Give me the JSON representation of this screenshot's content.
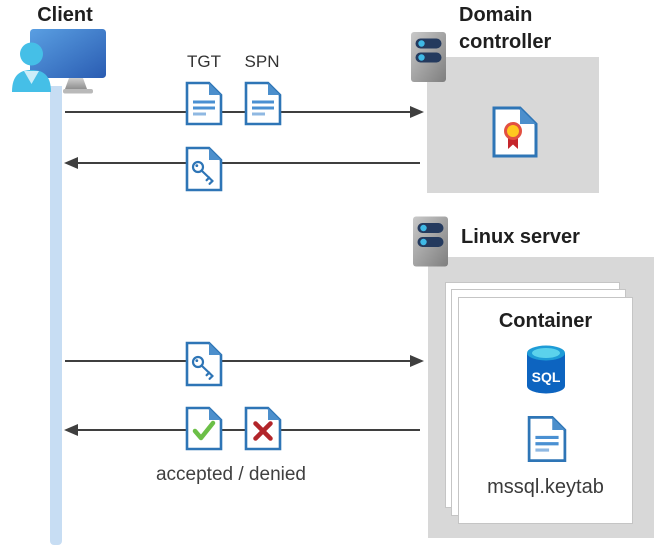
{
  "client": {
    "label": "Client"
  },
  "domain_controller": {
    "label": "Domain controller"
  },
  "linux_server": {
    "label": "Linux server"
  },
  "container": {
    "label": "Container",
    "sql_label": "SQL",
    "keytab_label": "mssql.keytab"
  },
  "flow": {
    "tgt_label": "TGT",
    "spn_label": "SPN",
    "result_label": "accepted / denied"
  },
  "icons": {
    "client": "user-monitor-icon",
    "server": "server-icon",
    "ticket": "document-icon",
    "service_ticket": "key-ticket-icon",
    "certificate": "certificate-icon",
    "sql": "sql-database-icon",
    "accepted": "check-document-icon",
    "denied": "cross-document-icon"
  },
  "colors": {
    "doc_blue": "#2E75B6",
    "fold_blue": "#4C8FCC",
    "accept_green": "#6CBF47",
    "deny_red": "#B2252A",
    "box_gray": "#D8D8D8",
    "lifeline_blue": "#C7DDF3",
    "arrow_gray": "#3F3F3F",
    "sql_blue": "#0D64C0"
  }
}
